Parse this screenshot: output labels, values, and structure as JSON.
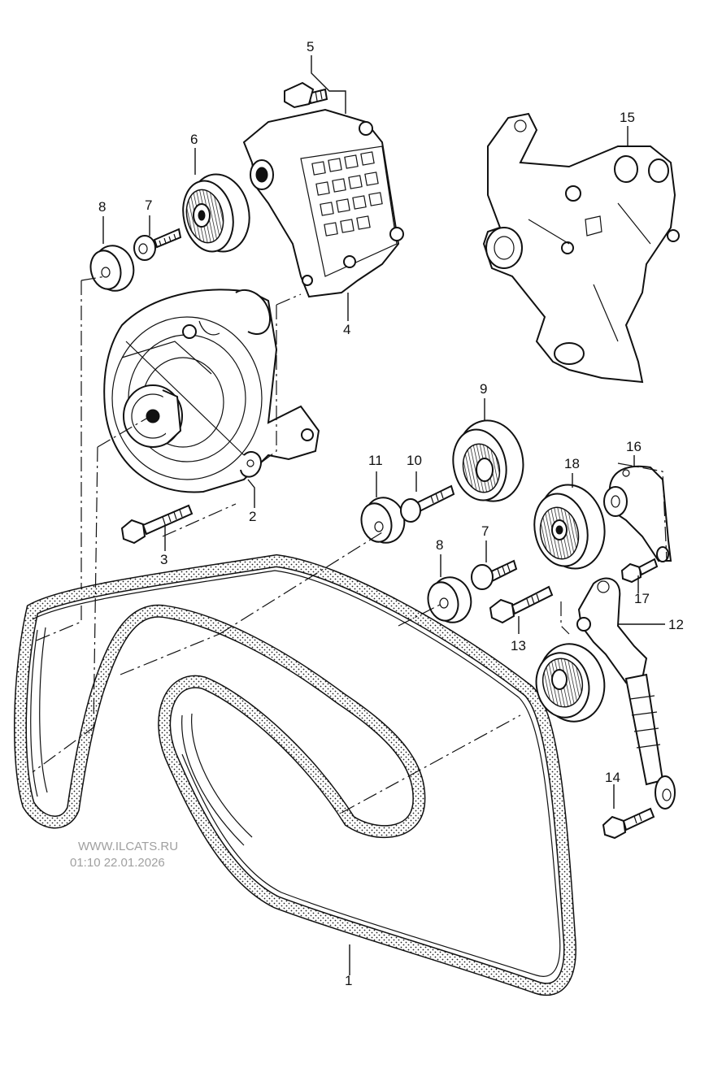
{
  "watermark": {
    "site": "WWW.ILCATS.RU",
    "datetime": "01:10 22.01.2026"
  },
  "callouts": [
    {
      "id": "c1",
      "label": "1"
    },
    {
      "id": "c2",
      "label": "2"
    },
    {
      "id": "c3",
      "label": "3"
    },
    {
      "id": "c4",
      "label": "4"
    },
    {
      "id": "c5",
      "label": "5"
    },
    {
      "id": "c6",
      "label": "6"
    },
    {
      "id": "c7a",
      "label": "7"
    },
    {
      "id": "c7b",
      "label": "7"
    },
    {
      "id": "c8a",
      "label": "8"
    },
    {
      "id": "c8b",
      "label": "8"
    },
    {
      "id": "c9",
      "label": "9"
    },
    {
      "id": "c10",
      "label": "10"
    },
    {
      "id": "c11",
      "label": "11"
    },
    {
      "id": "c12",
      "label": "12"
    },
    {
      "id": "c13",
      "label": "13"
    },
    {
      "id": "c14",
      "label": "14"
    },
    {
      "id": "c15",
      "label": "15"
    },
    {
      "id": "c16",
      "label": "16"
    },
    {
      "id": "c17",
      "label": "17"
    },
    {
      "id": "c18",
      "label": "18"
    }
  ]
}
